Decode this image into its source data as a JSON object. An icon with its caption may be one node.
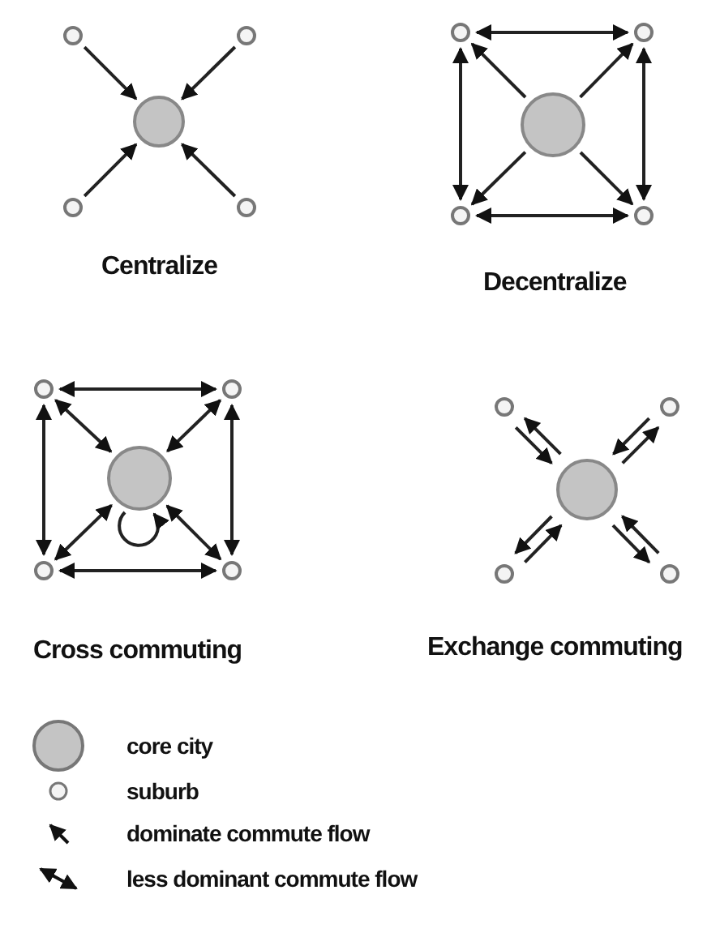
{
  "diagram": {
    "nodes": [
      {
        "text": [],
        "shape": "circle"
      },
      {
        "text": [],
        "shape": "circle"
      },
      {
        "text": [],
        "shape": "circle"
      },
      {
        "text": [],
        "shape": "circle"
      },
      {
        "text": [],
        "shape": "circle"
      },
      {
        "text": [],
        "shape": "circle"
      },
      {
        "text": [],
        "shape": "circle"
      },
      {
        "text": [],
        "shape": "circle"
      },
      {
        "text": [],
        "shape": "circle"
      },
      {
        "text": [],
        "shape": "circle"
      },
      {
        "text": [],
        "shape": "circle"
      },
      {
        "text": [],
        "shape": "circle"
      },
      {
        "text": [],
        "shape": "circle"
      },
      {
        "text": [],
        "shape": "circle"
      },
      {
        "text": [],
        "shape": "circle"
      },
      {
        "text": [],
        "shape": "circle"
      },
      {
        "text": [],
        "shape": "circle"
      },
      {
        "text": [],
        "shape": "circle"
      },
      {
        "text": [],
        "shape": "circle"
      },
      {
        "text": [],
        "shape": "circle"
      }
    ],
    "edges": [
      {
        "from": 0,
        "to": 2,
        "arrow": "to"
      },
      {
        "from": 1,
        "to": 2,
        "arrow": "to"
      },
      {
        "from": 3,
        "to": 2,
        "arrow": "to"
      },
      {
        "from": 4,
        "to": 2,
        "arrow": "to"
      },
      {
        "from": 5,
        "to": 6,
        "arrow": "both"
      },
      {
        "from": 7,
        "to": 5,
        "arrow": "to"
      },
      {
        "from": 7,
        "to": 6,
        "arrow": "to"
      },
      {
        "from": 5,
        "to": 8,
        "arrow": "both"
      },
      {
        "from": 6,
        "to": 9,
        "arrow": "both"
      },
      {
        "from": 7,
        "to": 8,
        "arrow": "to"
      },
      {
        "from": 7,
        "to": 9,
        "arrow": "to"
      },
      {
        "from": 8,
        "to": 9,
        "arrow": "both"
      },
      {
        "from": 10,
        "to": 11,
        "arrow": "both"
      },
      {
        "from": 10,
        "to": 12,
        "arrow": "both"
      },
      {
        "from": 11,
        "to": 12,
        "arrow": "both"
      },
      {
        "from": 10,
        "to": 13,
        "arrow": "both"
      },
      {
        "from": 11,
        "to": 14,
        "arrow": "both"
      },
      {
        "from": 12,
        "to": 12,
        "arrow": "to"
      },
      {
        "from": 13,
        "to": 12,
        "arrow": "both"
      },
      {
        "from": 14,
        "to": 12,
        "arrow": "both"
      },
      {
        "from": 13,
        "to": 14,
        "arrow": "both"
      },
      {
        "from": 17,
        "to": 15,
        "arrow": "to"
      },
      {
        "from": 15,
        "to": 17,
        "arrow": "to"
      },
      {
        "from": 16,
        "to": 17,
        "arrow": "to"
      },
      {
        "from": 17,
        "to": 16,
        "arrow": "to"
      },
      {
        "from": 17,
        "to": 18,
        "arrow": "to"
      },
      {
        "from": 18,
        "to": 17,
        "arrow": "to"
      },
      {
        "from": 19,
        "to": 17,
        "arrow": "to"
      },
      {
        "from": 17,
        "to": 19,
        "arrow": "to"
      }
    ],
    "labels": [
      "Centralize",
      "Decentralize",
      "Cross commuting",
      "Exchange commuting"
    ],
    "legend": [
      {
        "text": "core city"
      },
      {
        "text": "suburb"
      },
      {
        "text": "dominate commute flow"
      },
      {
        "text": "less dominant commute flow"
      }
    ]
  }
}
